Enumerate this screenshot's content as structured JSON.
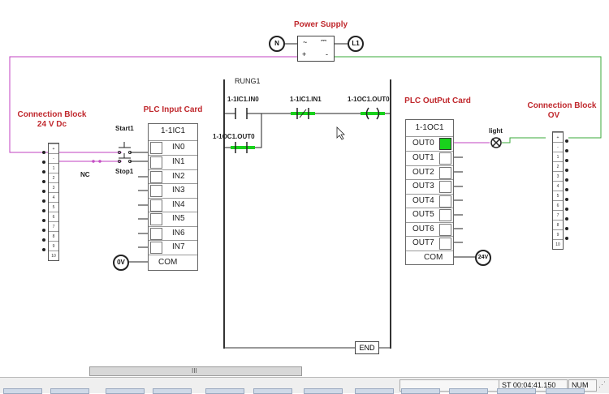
{
  "power_supply": {
    "title": "Power Supply",
    "left_terminal": "N",
    "right_terminal": "L1",
    "plus": "+",
    "minus": "-"
  },
  "connection_block_left": {
    "title_line1": "Connection Block",
    "title_line2": "24 V Dc",
    "cells": [
      "+",
      "-",
      "1",
      "2",
      "3",
      "4",
      "5",
      "6",
      "7",
      "8",
      "9",
      "10"
    ]
  },
  "connection_block_right": {
    "title_line1": "Connection Block",
    "title_line2": "OV",
    "cells": [
      "+",
      "-",
      "1",
      "2",
      "3",
      "4",
      "5",
      "6",
      "7",
      "8",
      "9",
      "10"
    ]
  },
  "input_card": {
    "title": "PLC Input Card",
    "header": "1-1IC1",
    "rows": [
      "IN0",
      "IN1",
      "IN2",
      "IN3",
      "IN4",
      "IN5",
      "IN6",
      "IN7"
    ],
    "com": "COM",
    "com_terminal": "0V"
  },
  "output_card": {
    "title": "PLC OutPut Card",
    "header": "1-1OC1",
    "rows": [
      "OUT0",
      "OUT1",
      "OUT2",
      "OUT3",
      "OUT4",
      "OUT5",
      "OUT6",
      "OUT7"
    ],
    "active_row": 0,
    "com": "COM",
    "com_terminal": "24V"
  },
  "switches": {
    "start": "Start1",
    "stop": "Stop1",
    "nc": "NC"
  },
  "light_label": "light",
  "ladder": {
    "rung": "RUNG1",
    "contact1": "1-1IC1.IN0",
    "contact2": "1-1IC1.IN1",
    "coil": "1-1OC1.OUT0",
    "branch": "1-1OC1.OUT0",
    "end": "END"
  },
  "status": {
    "time": "ST 00:04:41.150",
    "num": "NUM"
  },
  "scroll_grip": "III",
  "colors": {
    "title": "#c0282d",
    "wire_magenta": "#c040c0",
    "wire_green": "#3aa83a",
    "energized": "#19d11c"
  }
}
